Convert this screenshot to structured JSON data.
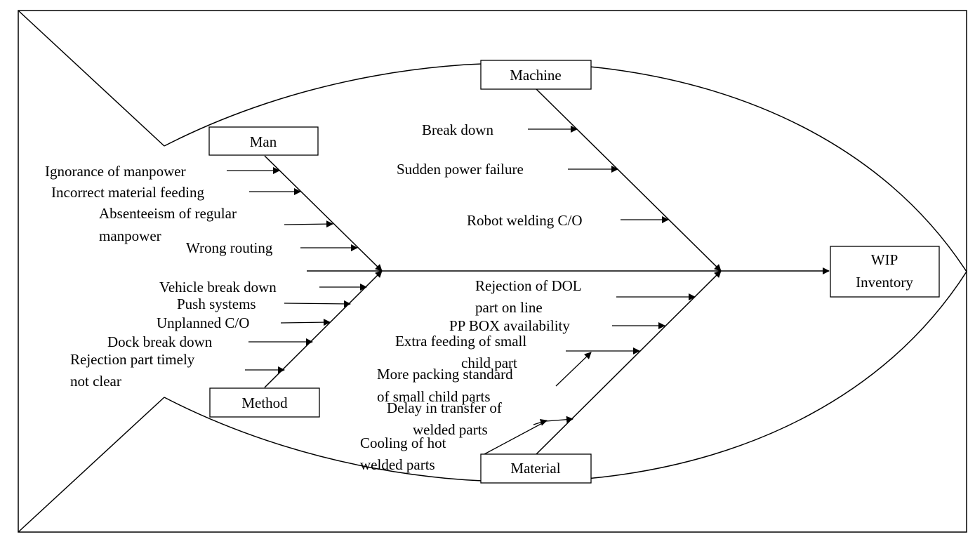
{
  "effect": {
    "line1": "WIP",
    "line2": "Inventory"
  },
  "categories": {
    "man": "Man",
    "machine": "Machine",
    "method": "Method",
    "material": "Material"
  },
  "causes": {
    "man": [
      [
        "Ignorance of manpower"
      ],
      [
        "Incorrect material feeding"
      ],
      [
        "Absenteeism of  regular",
        "manpower"
      ],
      [
        "Wrong routing"
      ]
    ],
    "machine": [
      [
        "Break down"
      ],
      [
        "Sudden power failure"
      ],
      [
        "Robot welding C/O"
      ]
    ],
    "method": [
      [
        "Vehicle break down"
      ],
      [
        "Push systems"
      ],
      [
        "Unplanned C/O"
      ],
      [
        "Dock break down"
      ],
      [
        "Rejection part timely",
        "not clear"
      ]
    ],
    "material": [
      [
        "Rejection of DOL",
        "part on line"
      ],
      [
        "PP BOX availability"
      ],
      [
        "Extra feeding of small",
        "child part"
      ],
      [
        "More packing standard",
        "of small child parts"
      ],
      [
        "Delay in transfer of",
        "welded parts"
      ],
      [
        "Cooling of hot",
        "welded parts"
      ]
    ]
  }
}
